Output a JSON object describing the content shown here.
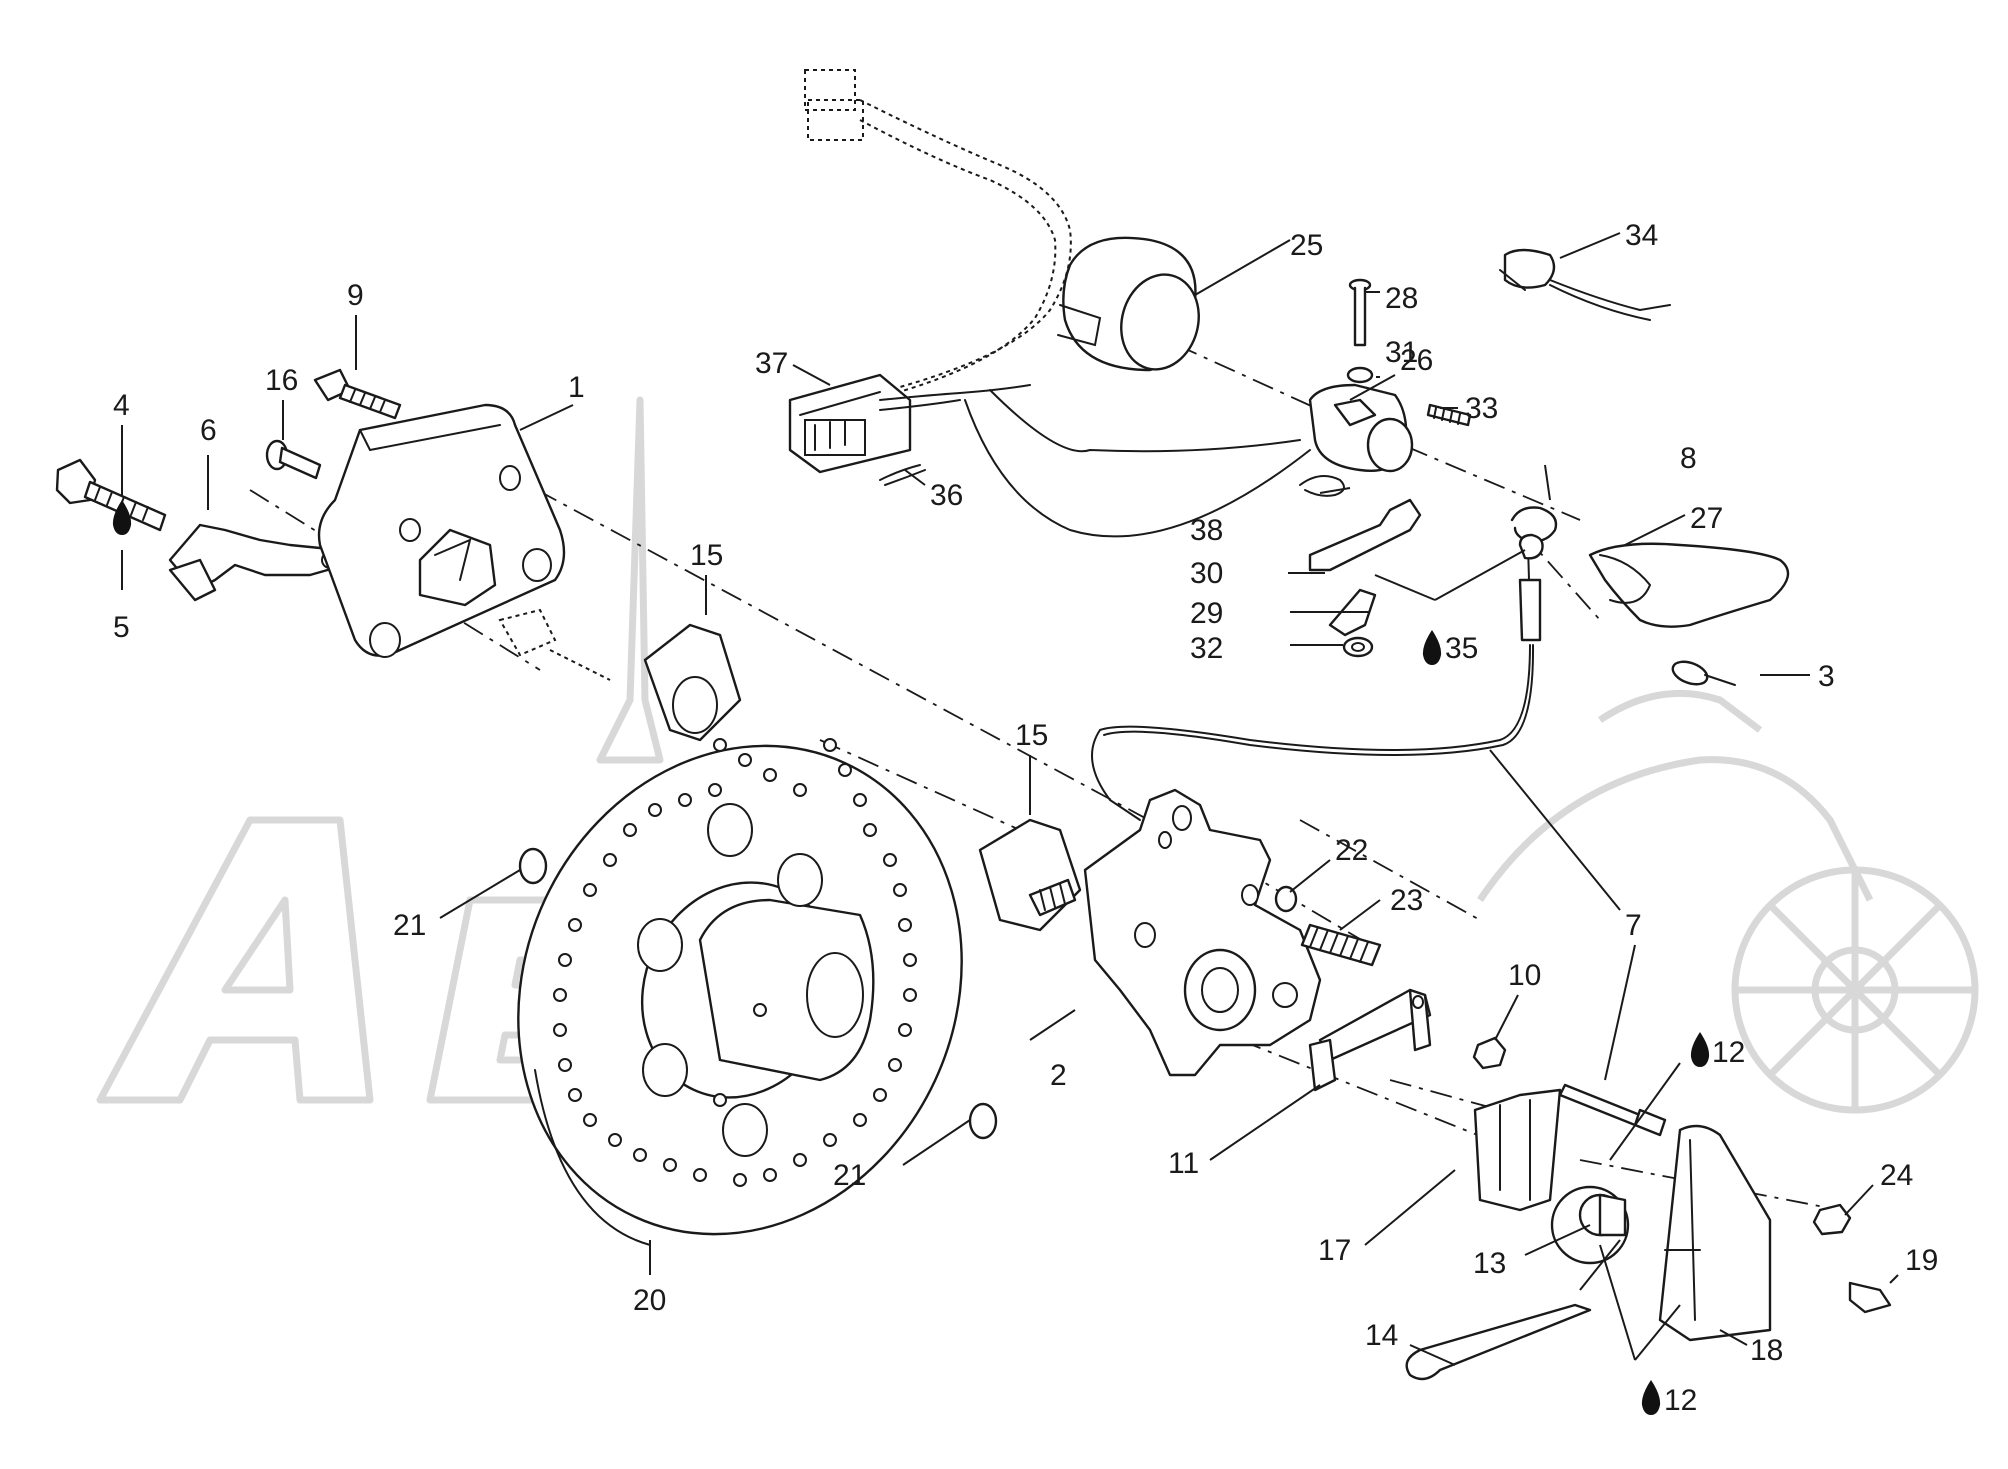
{
  "callouts": [
    {
      "label": "1"
    },
    {
      "label": "2"
    },
    {
      "label": "3"
    },
    {
      "label": "4"
    },
    {
      "label": "5"
    },
    {
      "label": "6"
    },
    {
      "label": "7"
    },
    {
      "label": "7"
    },
    {
      "label": "8"
    },
    {
      "label": "9"
    },
    {
      "label": "10"
    },
    {
      "label": "11"
    },
    {
      "label": "12"
    },
    {
      "label": "12"
    },
    {
      "label": "13"
    },
    {
      "label": "14"
    },
    {
      "label": "15"
    },
    {
      "label": "15"
    },
    {
      "label": "16"
    },
    {
      "label": "17"
    },
    {
      "label": "18"
    },
    {
      "label": "19"
    },
    {
      "label": "20"
    },
    {
      "label": "21"
    },
    {
      "label": "21"
    },
    {
      "label": "22"
    },
    {
      "label": "23"
    },
    {
      "label": "24"
    },
    {
      "label": "25"
    },
    {
      "label": "26"
    },
    {
      "label": "27"
    },
    {
      "label": "28"
    },
    {
      "label": "29"
    },
    {
      "label": "30"
    },
    {
      "label": "31"
    },
    {
      "label": "32"
    },
    {
      "label": "33"
    },
    {
      "label": "34"
    },
    {
      "label": "35"
    },
    {
      "label": "36"
    },
    {
      "label": "37"
    },
    {
      "label": "38"
    }
  ],
  "symbols": {
    "lubricant_drop": "oil-drop-icon"
  },
  "watermark": {
    "brand_text": "AeM",
    "color": "#e0e0e0"
  },
  "colors": {
    "line": "#1a1a1a",
    "background": "#ffffff"
  }
}
